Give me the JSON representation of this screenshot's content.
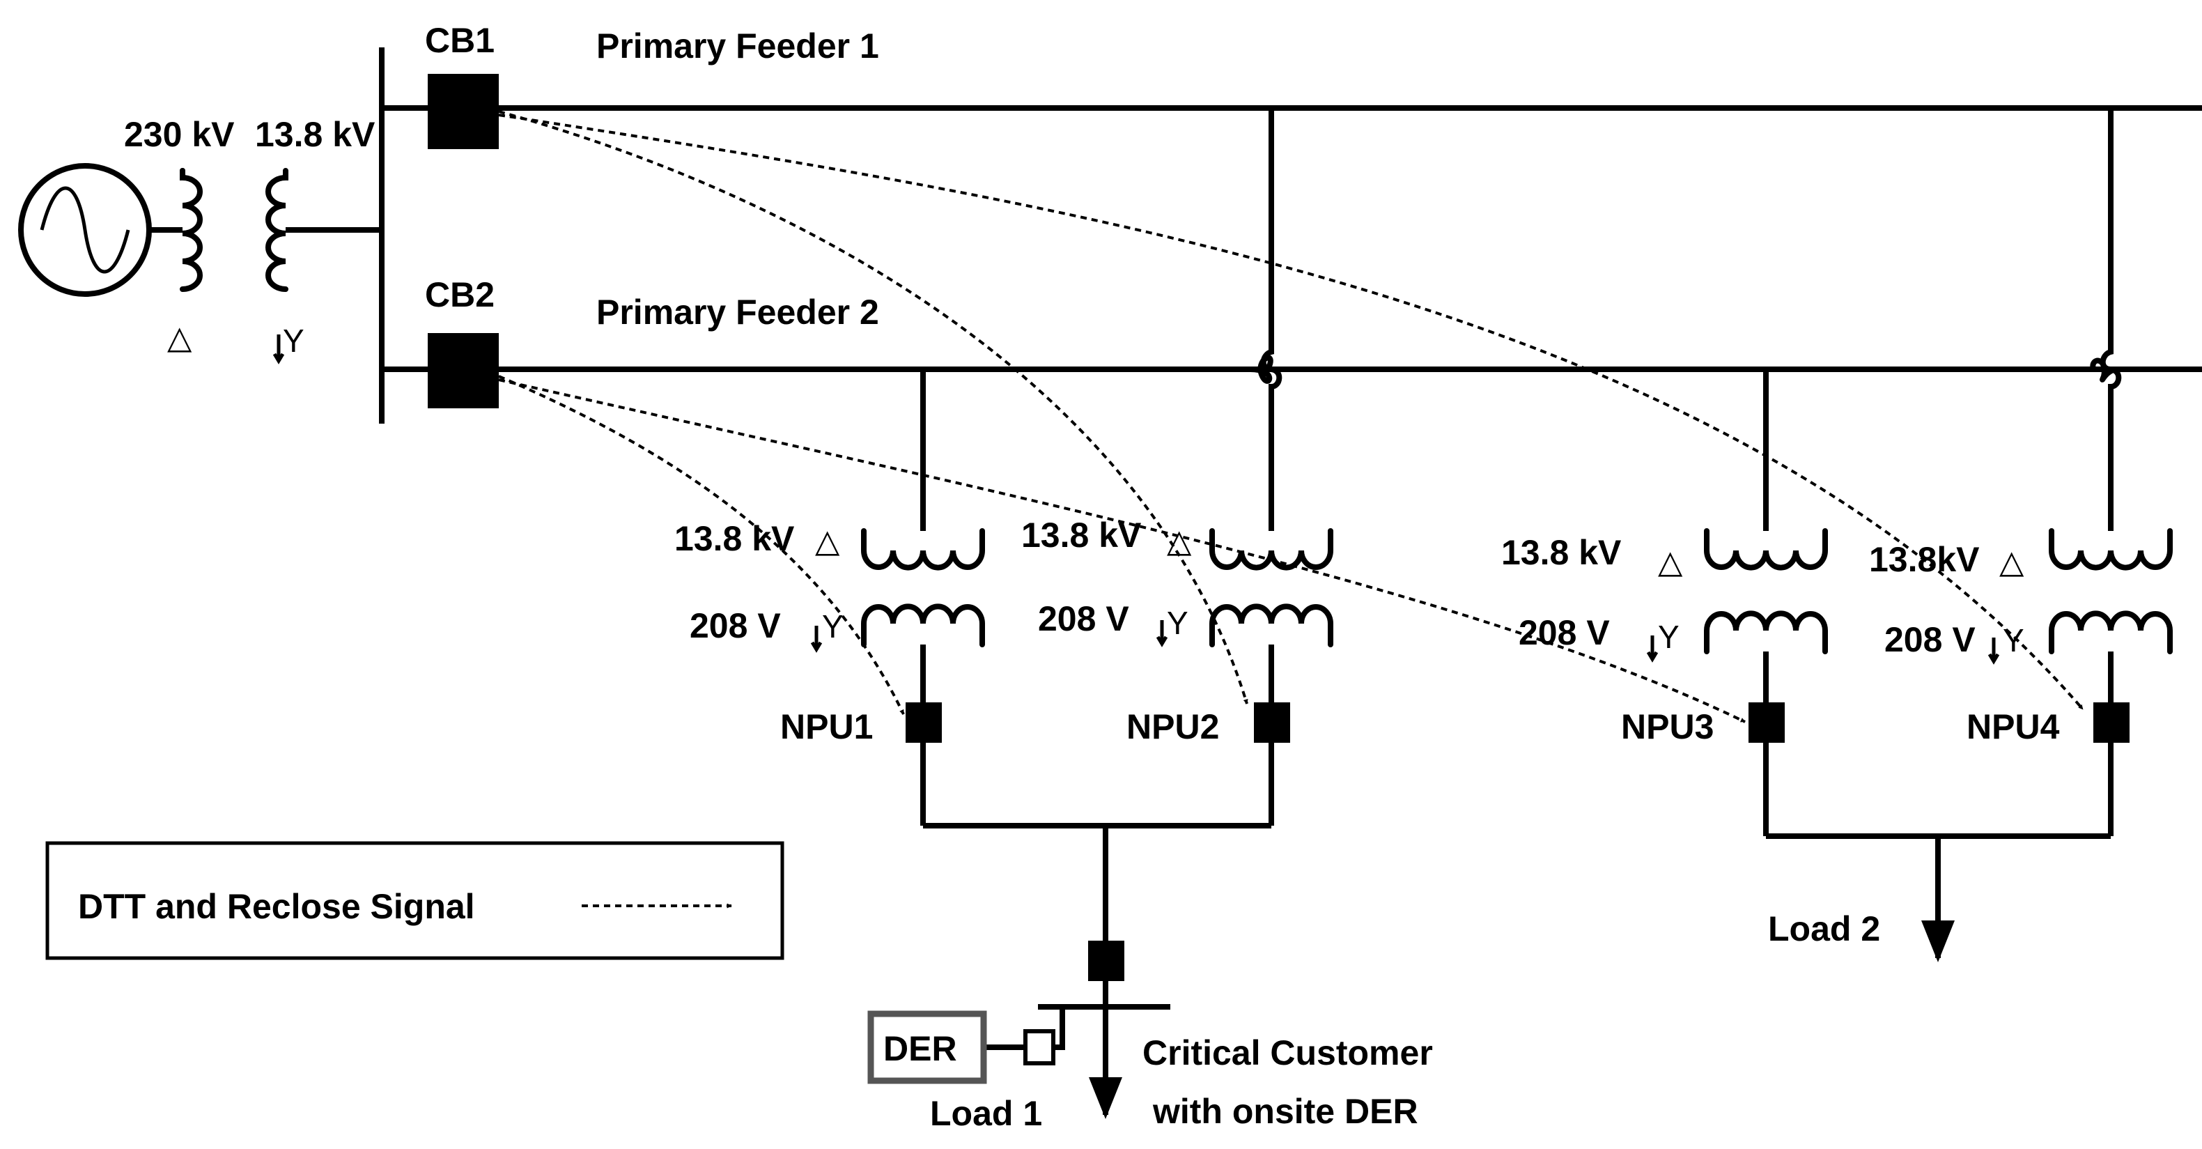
{
  "source": {
    "hv_label": "230 kV",
    "lv_label": "13.8 kV",
    "delta_symbol": "△",
    "wye_symbol": "Y"
  },
  "breakers": {
    "cb1": "CB1",
    "cb2": "CB2"
  },
  "feeders": {
    "feeder1": "Primary Feeder 1",
    "feeder2": "Primary Feeder 2"
  },
  "network_units": [
    {
      "id": "npu1",
      "label": "NPU1",
      "hv": "13.8 kV",
      "lv": "208 V",
      "delta": "△",
      "wye": "Y"
    },
    {
      "id": "npu2",
      "label": "NPU2",
      "hv": "13.8 kV",
      "lv": "208 V",
      "delta": "△",
      "wye": "Y"
    },
    {
      "id": "npu3",
      "label": "NPU3",
      "hv": "13.8 kV",
      "lv": "208 V",
      "delta": "△",
      "wye": "Y"
    },
    {
      "id": "npu4",
      "label": "NPU4",
      "hv": "13.8kV",
      "lv": "208 V",
      "delta": "△",
      "wye": "Y"
    }
  ],
  "loads": {
    "load1": "Load 1",
    "load2": "Load 2"
  },
  "customer": {
    "der": "DER",
    "line1": "Critical Customer",
    "line2": "with onsite DER"
  },
  "legend": {
    "text": "DTT and Reclose Signal"
  }
}
